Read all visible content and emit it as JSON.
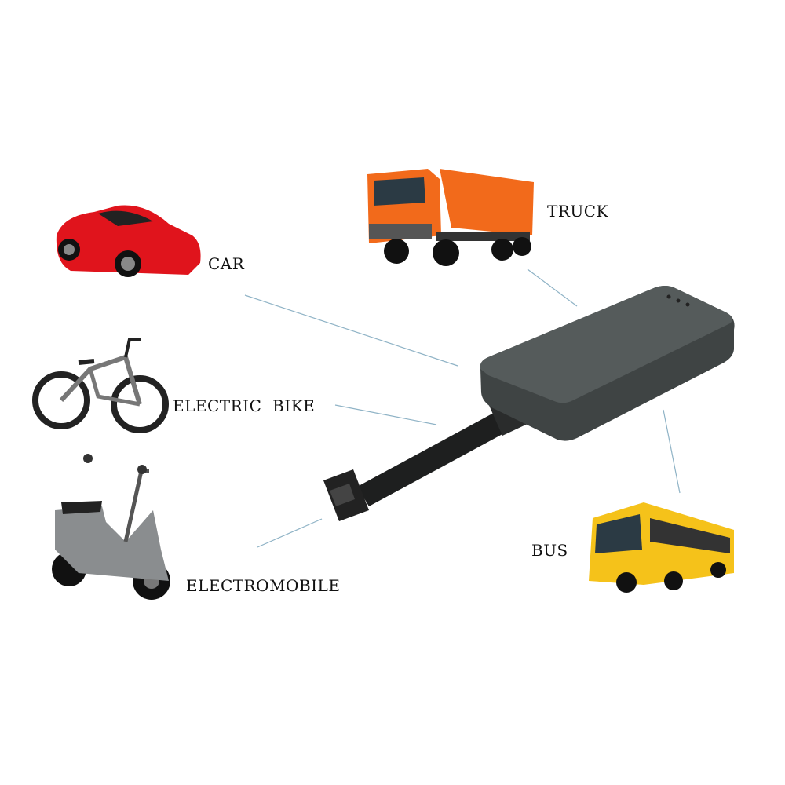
{
  "labels": {
    "car": "CAR",
    "truck": "TRUCK",
    "electric_bike": "ELECTRIC  BIKE",
    "bus": "BUS",
    "electromobile": "ELECTROMOBILE"
  },
  "colors": {
    "device": "#4a4f4f",
    "car": "#e0141c",
    "truck": "#f26a1b",
    "bus": "#f5c21a",
    "connector_line": "#8fb3c6"
  },
  "icons": [
    "gps-tracker-device",
    "car",
    "truck",
    "electric-bike",
    "electric-scooter",
    "bus"
  ]
}
